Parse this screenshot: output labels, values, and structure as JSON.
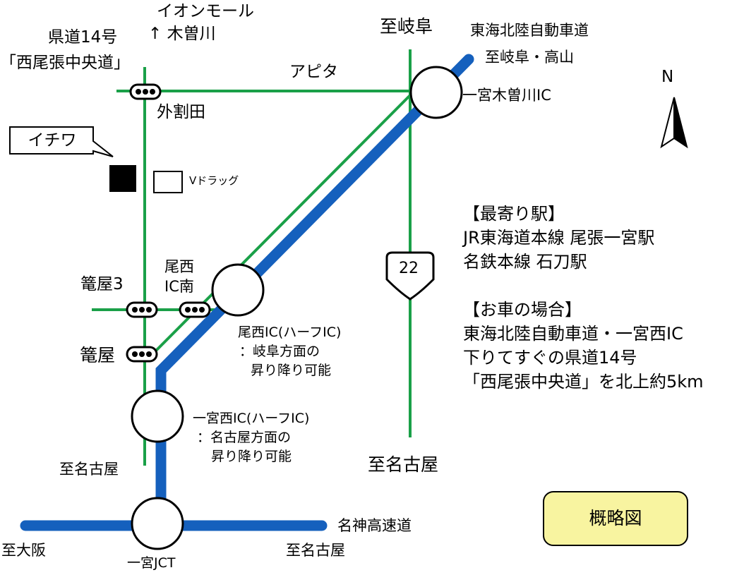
{
  "map": {
    "title": "概略図",
    "compass": "N",
    "colors": {
      "expressway": "#1560bd",
      "expressway_center": "#ffffff",
      "road": "#1aa048",
      "signal_box": "#000000",
      "legend_bg": "#f8f4a0",
      "shop_fill": "#000000"
    },
    "top_labels": {
      "aeon_line1": "イオンモール",
      "aeon_line2": "↑ 木曽川",
      "route14_line1": "県道14号",
      "route14_line2": "「西尾張中央道」",
      "to_gifu": "至岐阜",
      "expressway_name": "東海北陸自動車道",
      "to_gifu_takayama": "至岐阜・高山",
      "apita": "アピタ",
      "sotowarida": "外割田",
      "ichinomiya_kisogawa_ic": "一宮木曽川IC"
    },
    "shops": {
      "ichiwa": "イチワ",
      "v_drug": "Vドラッグ"
    },
    "mid_labels": {
      "bisai_ic_south_line1": "尾西",
      "bisai_ic_south_line2": "IC南",
      "kagoya3": "篭屋3",
      "kagoya": "篭屋",
      "route22": "22",
      "to_nagoya_right": "至名古屋",
      "bisai_ic_line1": "尾西IC(ハーフIC)",
      "bisai_ic_line2": "：岐阜方面の",
      "bisai_ic_line3": "昇り降り可能",
      "ichinomiya_nishi_line1": "一宮西IC(ハーフIC)",
      "ichinomiya_nishi_line2": "：名古屋方面の",
      "ichinomiya_nishi_line3": "昇り降り可能",
      "to_nagoya_left": "至名古屋"
    },
    "bottom_labels": {
      "meishin": "名神高速道",
      "to_osaka": "至大阪",
      "to_nagoya_bottom": "至名古屋",
      "ichinomiya_jct": "一宮JCT"
    },
    "info": {
      "station_heading": "【最寄り駅】",
      "station_line1": "JR東海道本線  尾張一宮駅",
      "station_line2": "名鉄本線  石刀駅",
      "car_heading": "【お車の場合】",
      "car_line1": "東海北陸自動車道・一宮西IC",
      "car_line2": "下りてすぐの県道14号",
      "car_line3": "「西尾張中央道」を北上約5km"
    }
  }
}
